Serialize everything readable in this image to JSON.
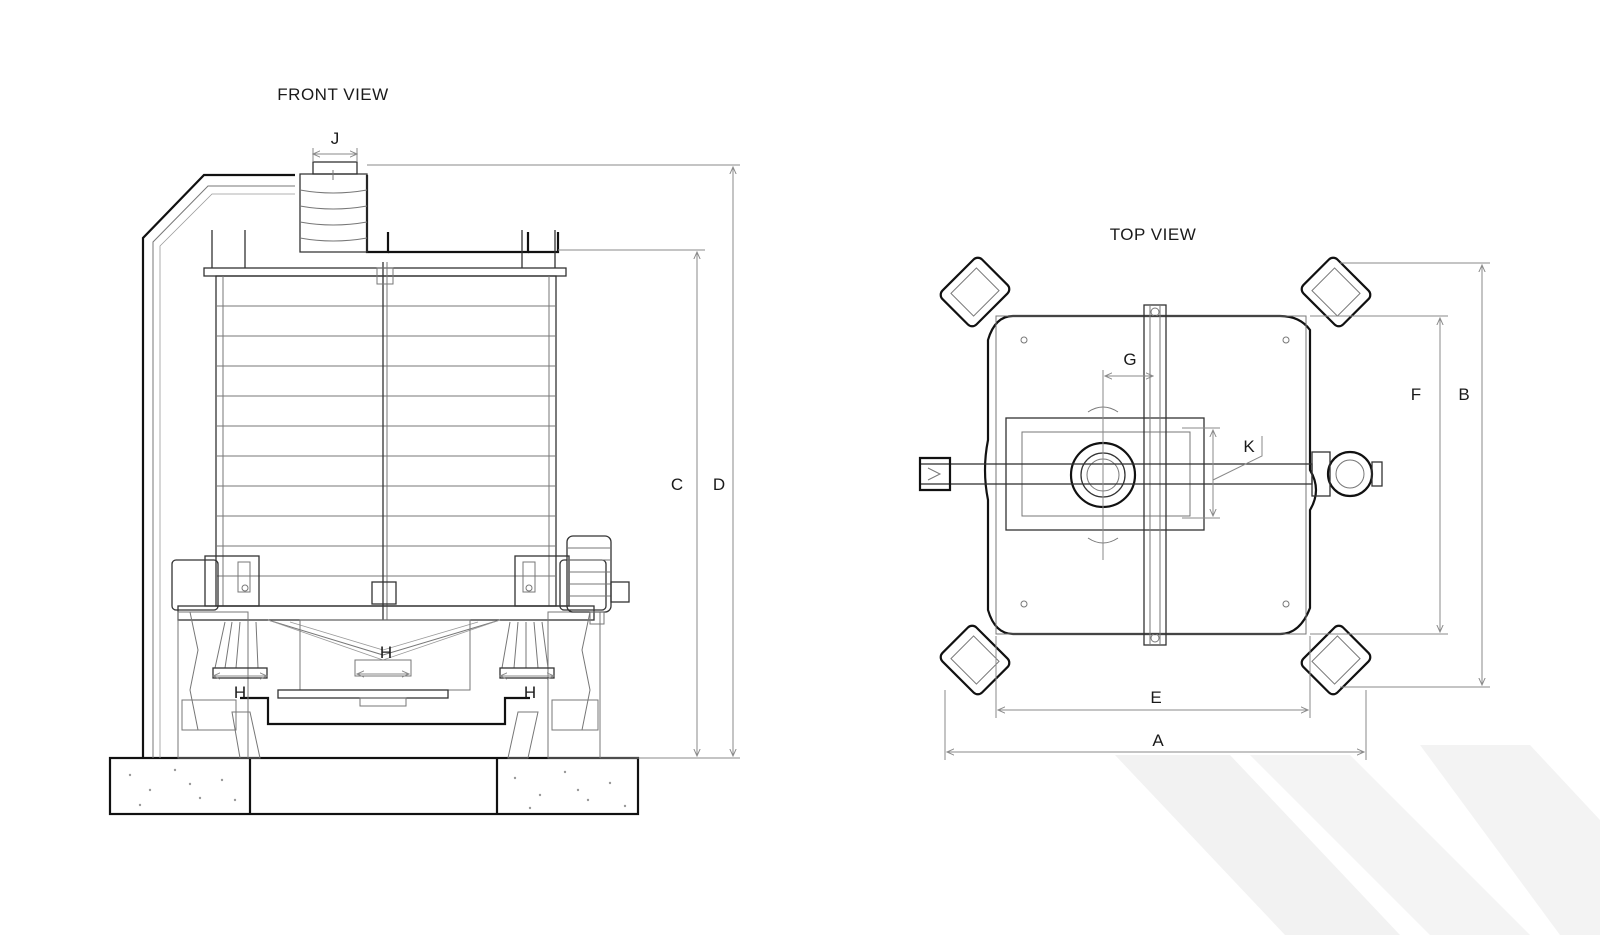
{
  "front_view": {
    "title": "FRONT VIEW",
    "labels": {
      "j": "J",
      "c": "C",
      "d": "D",
      "h_left": "H",
      "h_center": "H",
      "h_right": "H"
    }
  },
  "top_view": {
    "title": "TOP VIEW",
    "labels": {
      "a": "A",
      "b": "B",
      "e": "E",
      "f": "F",
      "g": "G",
      "k": "K"
    }
  },
  "colors": {
    "line": "#111111",
    "dimension": "#8a8a8a",
    "watermark": "#f2f2f2",
    "background": "#ffffff"
  }
}
